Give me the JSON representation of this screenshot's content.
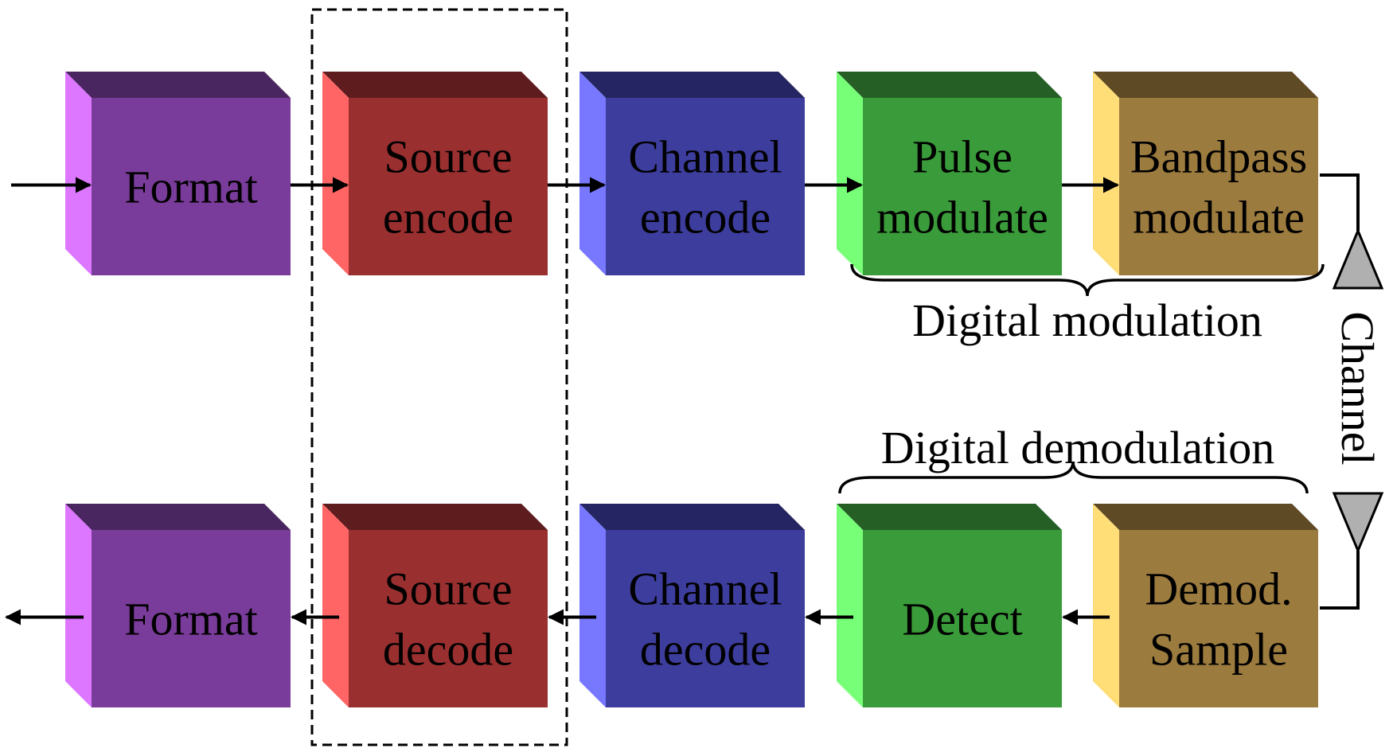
{
  "tx_blocks": [
    {
      "key": "format",
      "lines": [
        "Format"
      ],
      "color": "purple"
    },
    {
      "key": "source-encode",
      "lines": [
        "Source",
        "encode"
      ],
      "color": "red"
    },
    {
      "key": "channel-encode",
      "lines": [
        "Channel",
        "encode"
      ],
      "color": "blue"
    },
    {
      "key": "pulse-modulate",
      "lines": [
        "Pulse",
        "modulate"
      ],
      "color": "green"
    },
    {
      "key": "bandpass-modulate",
      "lines": [
        "Bandpass",
        "modulate"
      ],
      "color": "olive"
    }
  ],
  "rx_blocks": [
    {
      "key": "format",
      "lines": [
        "Format"
      ],
      "color": "purple"
    },
    {
      "key": "source-decode",
      "lines": [
        "Source",
        "decode"
      ],
      "color": "red"
    },
    {
      "key": "channel-decode",
      "lines": [
        "Channel",
        "decode"
      ],
      "color": "blue"
    },
    {
      "key": "detect",
      "lines": [
        "Detect"
      ],
      "color": "green"
    },
    {
      "key": "demod-sample",
      "lines": [
        "Demod.",
        "Sample"
      ],
      "color": "olive"
    }
  ],
  "labels": {
    "digital_modulation": "Digital modulation",
    "digital_demodulation": "Digital demodulation",
    "channel": "Channel"
  },
  "palette": {
    "purple": {
      "front": "#7a3c9a",
      "top": "#4a2660",
      "side": "#dd77ff"
    },
    "red": {
      "front": "#9a2f30",
      "top": "#5e1c1e",
      "side": "#ff6565"
    },
    "blue": {
      "front": "#3d3d9d",
      "top": "#252563",
      "side": "#7878ff"
    },
    "green": {
      "front": "#3a9b3a",
      "top": "#255f26",
      "side": "#77ff77"
    },
    "olive": {
      "front": "#9c7b3e",
      "top": "#5e4a25",
      "side": "#ffdd77"
    }
  }
}
